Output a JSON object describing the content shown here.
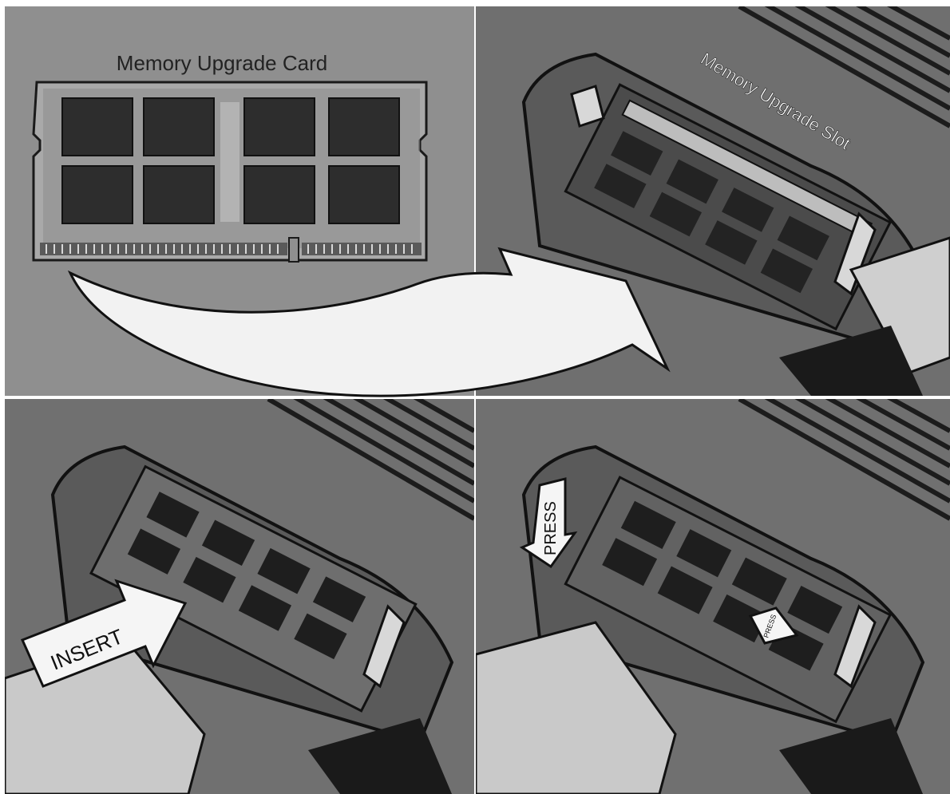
{
  "labels": {
    "card_title": "Memory Upgrade Card",
    "slot_label": "Memory Upgrade Slot",
    "insert_label": "INSERT",
    "press_label_top": "PRESS",
    "press_label_bottom": "PRESS"
  },
  "colors": {
    "arrow_fill": "#f2f2f2",
    "outline": "#111111",
    "chip": "#2b2b2b",
    "pcb": "#9a9a9a"
  }
}
